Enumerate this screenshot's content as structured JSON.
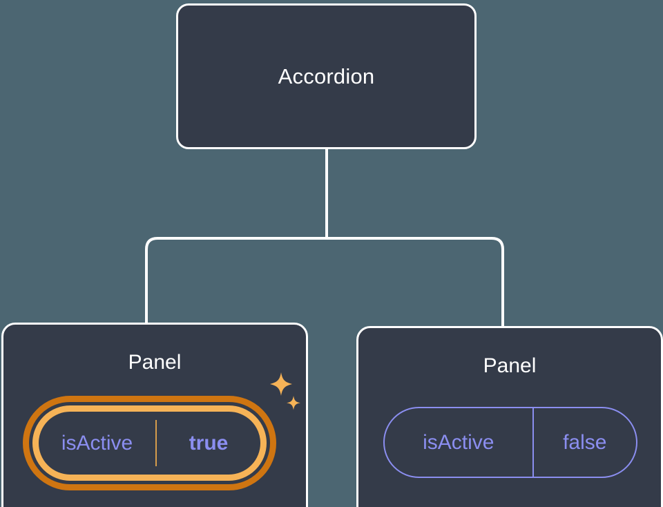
{
  "diagram": {
    "type": "component-tree",
    "background_color": "#4c6672",
    "node_fill_color": "#343b49",
    "node_border_color": "#ffffff",
    "connector_color": "#ffffff",
    "accent_highlight_color": "#f6b357",
    "accent_highlight_ring_color": "#cf7511",
    "prop_text_color": "#8b8ef0",
    "root": {
      "title": "Accordion"
    },
    "children": [
      {
        "title": "Panel",
        "highlighted": true,
        "prop": {
          "key": "isActive",
          "value": "true",
          "value_bold": true
        },
        "sparkle_icons": [
          "sparkle-large",
          "sparkle-small"
        ]
      },
      {
        "title": "Panel",
        "highlighted": false,
        "prop": {
          "key": "isActive",
          "value": "false",
          "value_bold": false
        }
      }
    ]
  }
}
